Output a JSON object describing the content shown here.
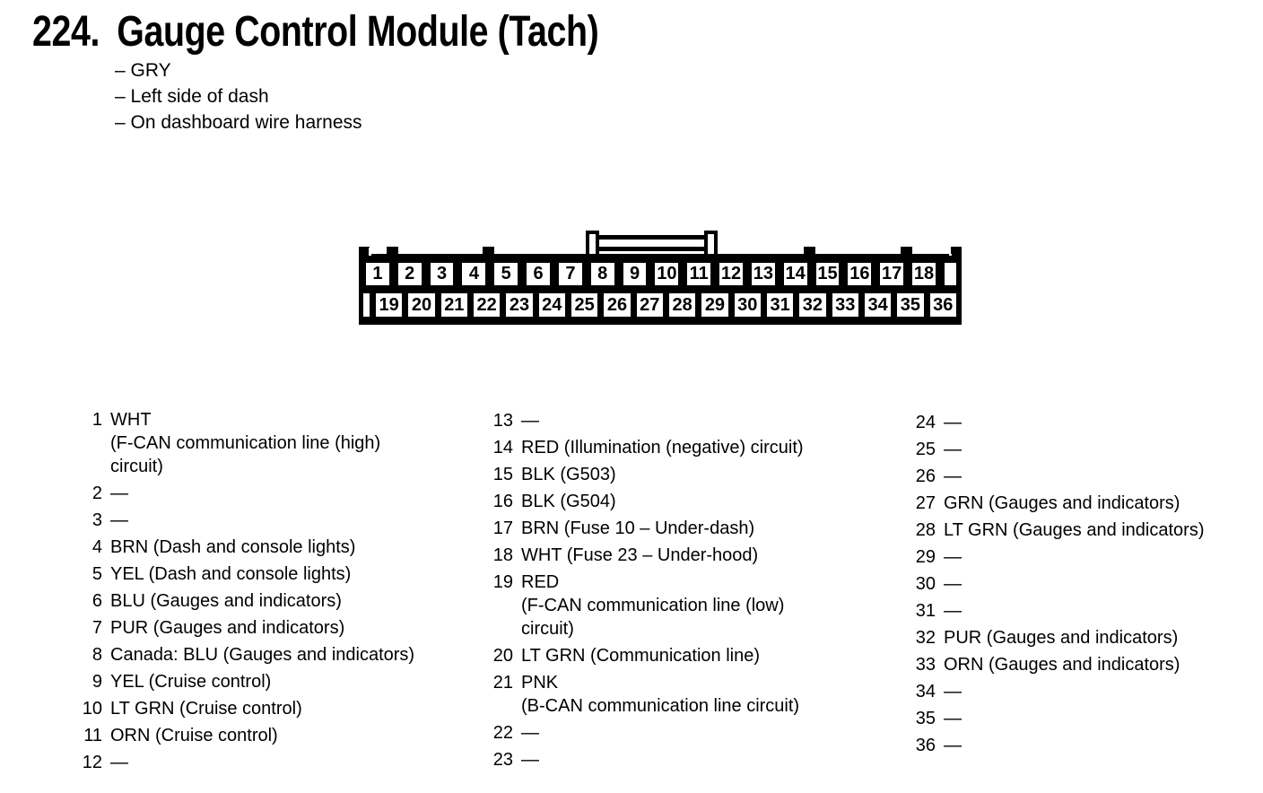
{
  "header": {
    "number": "224.",
    "title": "Gauge Control Module (Tach)",
    "bullets": [
      "– GRY",
      "– Left side of dash",
      "– On dashboard wire harness"
    ]
  },
  "connector": {
    "top_row_pins": [
      "1",
      "2",
      "3",
      "4",
      "5",
      "6",
      "7",
      "8",
      "9",
      "10",
      "11",
      "12",
      "13",
      "14",
      "15",
      "16",
      "17",
      "18"
    ],
    "bottom_row_pins": [
      "19",
      "20",
      "21",
      "22",
      "23",
      "24",
      "25",
      "26",
      "27",
      "28",
      "29",
      "30",
      "31",
      "32",
      "33",
      "34",
      "35",
      "36"
    ]
  },
  "pin_table": {
    "columns": [
      {
        "entries": [
          {
            "pin": "1",
            "text": "WHT\n(F-CAN communication line (high)\ncircuit)"
          },
          {
            "pin": "2",
            "text": "—"
          },
          {
            "pin": "3",
            "text": "—"
          },
          {
            "pin": "4",
            "text": "BRN (Dash and console lights)"
          },
          {
            "pin": "5",
            "text": "YEL (Dash and console lights)"
          },
          {
            "pin": "6",
            "text": "BLU (Gauges and indicators)"
          },
          {
            "pin": "7",
            "text": "PUR (Gauges and indicators)"
          },
          {
            "pin": "8",
            "text": "Canada: BLU (Gauges and indicators)"
          },
          {
            "pin": "9",
            "text": "YEL (Cruise control)"
          },
          {
            "pin": "10",
            "text": "LT GRN (Cruise control)"
          },
          {
            "pin": "11",
            "text": "ORN (Cruise control)"
          },
          {
            "pin": "12",
            "text": "—"
          }
        ]
      },
      {
        "entries": [
          {
            "pin": "13",
            "text": "—"
          },
          {
            "pin": "14",
            "text": "RED (Illumination (negative) circuit)"
          },
          {
            "pin": "15",
            "text": "BLK (G503)"
          },
          {
            "pin": "16",
            "text": "BLK (G504)"
          },
          {
            "pin": "17",
            "text": "BRN (Fuse 10 – Under-dash)"
          },
          {
            "pin": "18",
            "text": "WHT (Fuse 23 – Under-hood)"
          },
          {
            "pin": "19",
            "text": "RED\n(F-CAN communication line (low)\ncircuit)"
          },
          {
            "pin": "20",
            "text": "LT GRN (Communication line)"
          },
          {
            "pin": "21",
            "text": "PNK\n(B-CAN communication line circuit)"
          },
          {
            "pin": "22",
            "text": "—"
          },
          {
            "pin": "23",
            "text": "—"
          }
        ]
      },
      {
        "entries": [
          {
            "pin": "24",
            "text": "—"
          },
          {
            "pin": "25",
            "text": "—"
          },
          {
            "pin": "26",
            "text": "—"
          },
          {
            "pin": "27",
            "text": "GRN (Gauges and indicators)"
          },
          {
            "pin": "28",
            "text": "LT GRN (Gauges and indicators)"
          },
          {
            "pin": "29",
            "text": "—"
          },
          {
            "pin": "30",
            "text": "—"
          },
          {
            "pin": "31",
            "text": "—"
          },
          {
            "pin": "32",
            "text": "PUR (Gauges and indicators)"
          },
          {
            "pin": "33",
            "text": "ORN (Gauges and indicators)"
          },
          {
            "pin": "34",
            "text": "—"
          },
          {
            "pin": "35",
            "text": "—"
          },
          {
            "pin": "36",
            "text": "—"
          }
        ]
      }
    ]
  }
}
